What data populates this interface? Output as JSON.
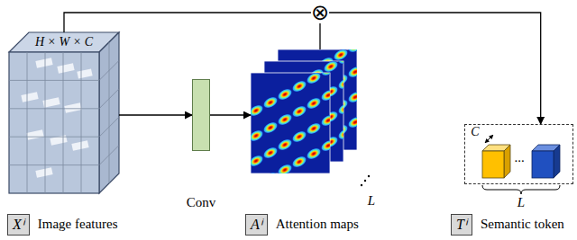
{
  "diagram": {
    "nodes": [
      {
        "text": [
          "H × W × C"
        ]
      },
      {
        "text": [
          "Conv"
        ]
      },
      {
        "text": [
          "L"
        ]
      },
      {
        "text": [
          "⊗"
        ]
      },
      {
        "text": [
          "C",
          "...",
          "L"
        ]
      },
      {
        "text": [
          "Xⁱ",
          "Image features"
        ]
      },
      {
        "text": [
          "Aⁱ",
          "Attention maps"
        ]
      },
      {
        "text": [
          "Tⁱ",
          "Semantic token"
        ]
      }
    ],
    "edges": [
      {
        "from": 0,
        "to": 1,
        "arrow": "to"
      },
      {
        "from": 1,
        "to": 2,
        "arrow": "to"
      },
      {
        "from": 0,
        "to": 3,
        "arrow": "none"
      },
      {
        "from": 2,
        "to": 3,
        "arrow": "none"
      },
      {
        "from": 3,
        "to": 4,
        "arrow": "to"
      }
    ]
  }
}
